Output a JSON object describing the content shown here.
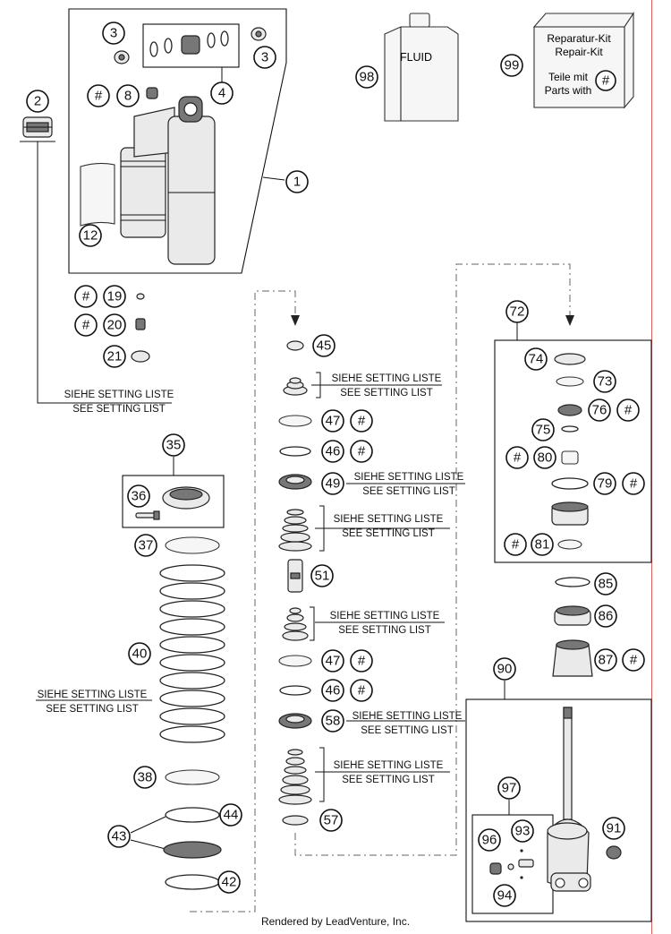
{
  "callouts": {
    "c1": "1",
    "c2": "2",
    "c3a": "3",
    "c3b": "3",
    "c4": "4",
    "c8": "8",
    "c12": "12",
    "c19": "19",
    "c20": "20",
    "c21": "21",
    "c35": "35",
    "c36": "36",
    "c37": "37",
    "c38": "38",
    "c40": "40",
    "c42": "42",
    "c43": "43",
    "c44": "44",
    "c45": "45",
    "c46a": "46",
    "c46b": "46",
    "c47a": "47",
    "c47b": "47",
    "c49": "49",
    "c51": "51",
    "c57": "57",
    "c58": "58",
    "c72": "72",
    "c73": "73",
    "c74": "74",
    "c75": "75",
    "c76": "76",
    "c79": "79",
    "c80": "80",
    "c81": "81",
    "c85": "85",
    "c86": "86",
    "c87": "87",
    "c90": "90",
    "c91": "91",
    "c93": "93",
    "c94": "94",
    "c96": "96",
    "c97": "97",
    "c98": "98",
    "c99": "99"
  },
  "hash_mark": "#",
  "setting_de": "SIEHE SETTING LISTE",
  "setting_en": "SEE SETTING LIST",
  "fluid_label": "FLUID",
  "repair_kit": {
    "line1": "Reparatur-Kit",
    "line2": "Repair-Kit",
    "line3": "Teile mit",
    "line4": "Parts with"
  },
  "footer": "Rendered by LeadVenture, Inc."
}
